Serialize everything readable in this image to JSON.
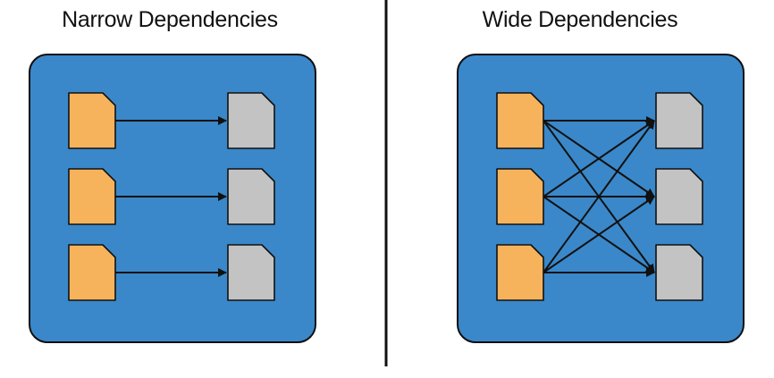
{
  "titles": {
    "narrow": "Narrow Dependencies",
    "wide": "Wide Dependencies"
  },
  "colors": {
    "panel_fill": "#3a88c9",
    "panel_stroke": "#0f0f0f",
    "source_partition": "#f7b35c",
    "target_partition": "#c3c3c3",
    "arrow": "#111111",
    "divider": "#111111"
  },
  "narrow": {
    "rows": 3,
    "edges": [
      [
        0,
        0
      ],
      [
        1,
        1
      ],
      [
        2,
        2
      ]
    ]
  },
  "wide": {
    "rows": 3,
    "edges": [
      [
        0,
        0
      ],
      [
        0,
        1
      ],
      [
        0,
        2
      ],
      [
        1,
        0
      ],
      [
        1,
        1
      ],
      [
        1,
        2
      ],
      [
        2,
        0
      ],
      [
        2,
        1
      ],
      [
        2,
        2
      ]
    ]
  }
}
